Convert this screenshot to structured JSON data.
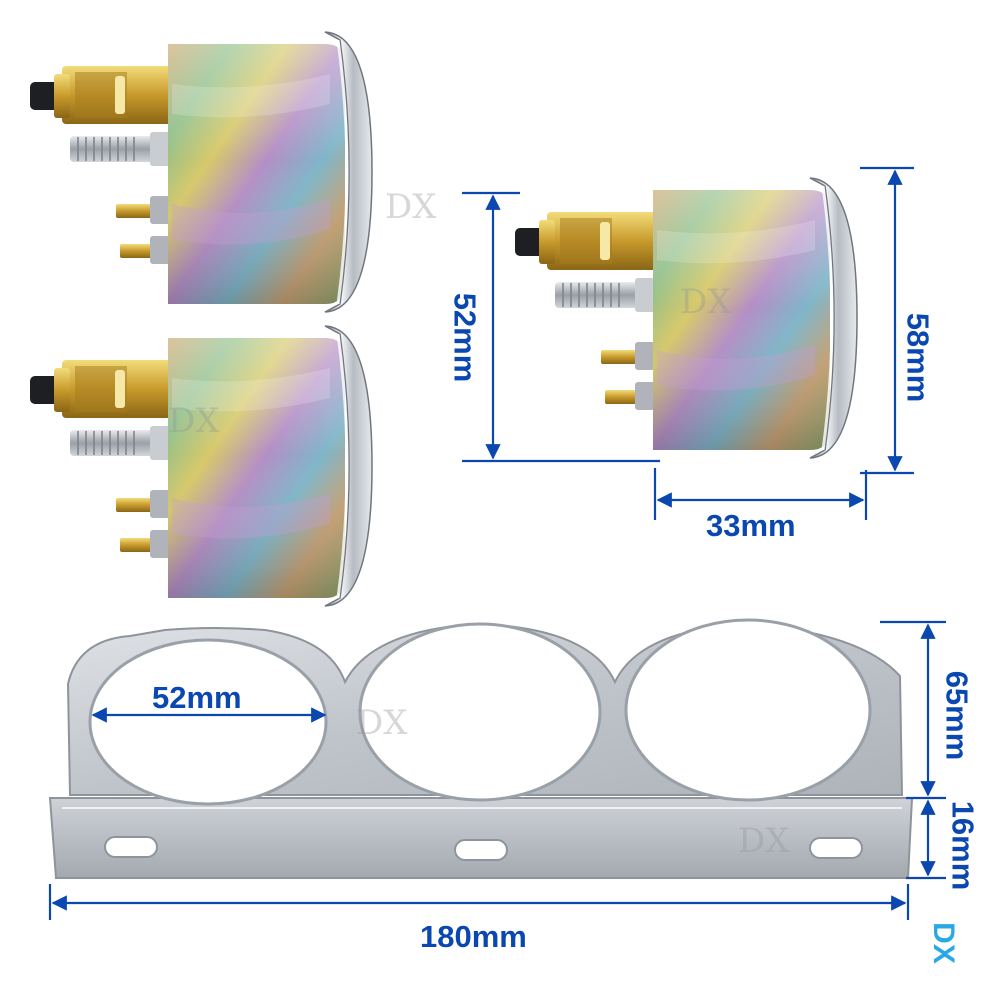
{
  "dimensions": {
    "gauge_length": "52mm",
    "gauge_height": "58mm",
    "gauge_depth": "33mm",
    "hole_diameter": "52mm",
    "panel_height": "65mm",
    "tab_height": "16mm",
    "panel_width": "180mm"
  },
  "watermark": "DX",
  "logo_text": "DX",
  "colors": {
    "dimension_blue": "#0b47b0",
    "logo_blue": "#2aa8e6",
    "chrome": "#c8ccd2",
    "bracket": "#c6cad0"
  }
}
